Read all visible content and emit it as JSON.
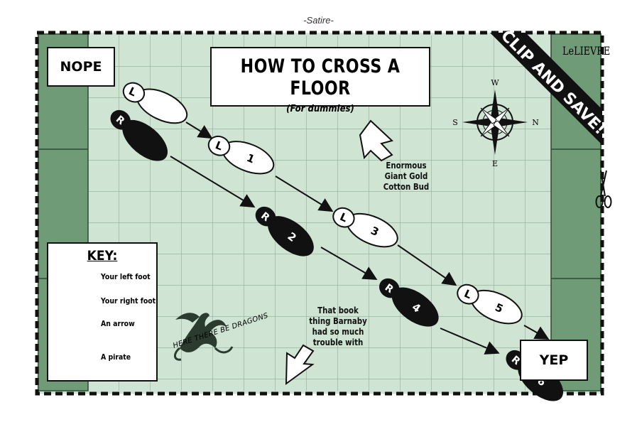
{
  "header": {
    "section_label": "-Satire-"
  },
  "title": {
    "main": "HOW TO CROSS A FLOOR",
    "sub": "(For dummies)"
  },
  "zones": {
    "start": "NOPE",
    "finish": "YEP"
  },
  "banner": {
    "text": "CLIP AND SAVE!"
  },
  "signature": "LeLIEVRE",
  "compass": {
    "north": "N",
    "south": "S",
    "east": "E",
    "west": "W"
  },
  "annotations": {
    "cotton_bud": [
      "Enormous",
      "Giant Gold",
      "Cotton Bud"
    ],
    "book": [
      "That book",
      "thing Barnaby",
      "had so much",
      "trouble with"
    ],
    "dragons": "HERE THERE BE DRAGONS"
  },
  "key": {
    "title": "KEY:",
    "items": [
      {
        "label": "Your left foot"
      },
      {
        "label": "Your right foot"
      },
      {
        "label": "An arrow"
      },
      {
        "label": "A pirate"
      }
    ]
  },
  "footprints": {
    "left_letter": "L",
    "right_letter": "R",
    "step_numbers": [
      "1",
      "2",
      "3",
      "4",
      "5",
      "6"
    ]
  },
  "colors": {
    "floor": "#cfe4d3",
    "floor_lines": "#8fae96",
    "wall": "#6f9b76",
    "ink": "#111111"
  }
}
